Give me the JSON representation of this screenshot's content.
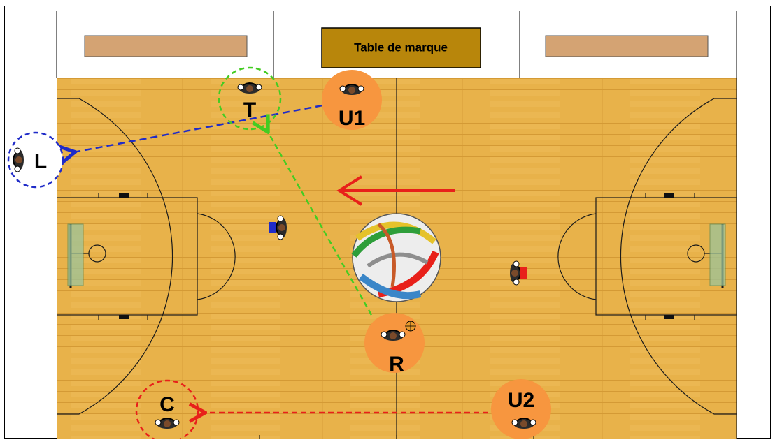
{
  "scorers_table": {
    "label": "Table de marque"
  },
  "officials": {
    "u1": {
      "label": "U1"
    },
    "u2": {
      "label": "U2"
    },
    "r": {
      "label": "R"
    },
    "t": {
      "label": "T"
    },
    "c": {
      "label": "C"
    },
    "l": {
      "label": "L"
    }
  },
  "colors": {
    "court": "#E8B24A",
    "table": "#B8860B",
    "official_disc": "#F7963F",
    "arrow_red": "#E8201A",
    "arrow_blue": "#1F2BC8",
    "arrow_green": "#44CC22"
  },
  "icons": [
    "player-icon",
    "ball-icon",
    "logo-ball-icon"
  ]
}
